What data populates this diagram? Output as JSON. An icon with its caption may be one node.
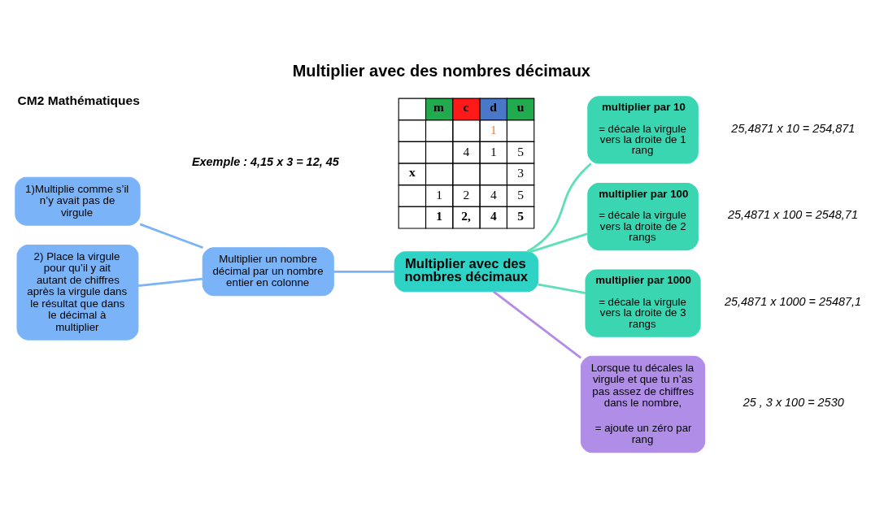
{
  "diagram": {
    "title": "Multiplier avec des nombres décimaux",
    "nodes": [
      {
        "text": [
          "Multiplier avec des nombres décimaux"
        ]
      },
      {
        "text": [
          "multiplier par 10",
          "= décale la virgule vers la droite de 1 rang"
        ],
        "beside": [
          "25,4871 x 10 = 254,871"
        ]
      },
      {
        "text": [
          "multiplier par 100",
          "= décale la virgule vers la droite de 2 rangs"
        ],
        "beside": [
          "25,4871 x 100 = 2548,71"
        ]
      },
      {
        "text": [
          "multiplier par 1000",
          "= décale la virgule vers la droite de 3 rangs"
        ],
        "beside": [
          "25,4871 x 1000 = 25487,1"
        ]
      },
      {
        "text": [
          "Lorsque tu décales la virgule et que tu n’as pas assez de chiffres dans le nombre,",
          "= ajoute un zéro par rang"
        ],
        "beside": [
          "25 , 3 x 100 = 2530"
        ]
      },
      {
        "text": [
          "Multiplier un nombre décimal par un nombre entier en colonne"
        ]
      },
      {
        "text": [
          "1)Multiplie comme s’il n’y avait pas de virgule"
        ]
      },
      {
        "text": [
          "2) Place la virgule pour qu’il y ait autant de chiffres après la virgule dans le résultat que dans le décimal à multiplier"
        ]
      }
    ],
    "edges": [
      {
        "from": 0,
        "to": 1,
        "arrow": "none",
        "color": "#5de0b8"
      },
      {
        "from": 0,
        "to": 2,
        "arrow": "none",
        "color": "#5de0b8"
      },
      {
        "from": 0,
        "to": 3,
        "arrow": "none",
        "color": "#5de0b8"
      },
      {
        "from": 0,
        "to": 4,
        "arrow": "none",
        "color": "#b48be8"
      },
      {
        "from": 0,
        "to": 5,
        "arrow": "none",
        "color": "#7ab3f7"
      },
      {
        "from": 5,
        "to": 6,
        "arrow": "none",
        "color": "#7ab3f7"
      },
      {
        "from": 5,
        "to": 7,
        "arrow": "none",
        "color": "#7ab3f7"
      }
    ],
    "labels": [
      "CM2 Mathématiques",
      "Exemple : 4,15 x 3 = 12, 45",
      "m",
      "c",
      "d",
      "u",
      "1",
      "4",
      "1",
      "5",
      "x",
      "3",
      "1",
      "2",
      "4",
      "5",
      "1",
      "2,",
      "4",
      "5"
    ]
  }
}
